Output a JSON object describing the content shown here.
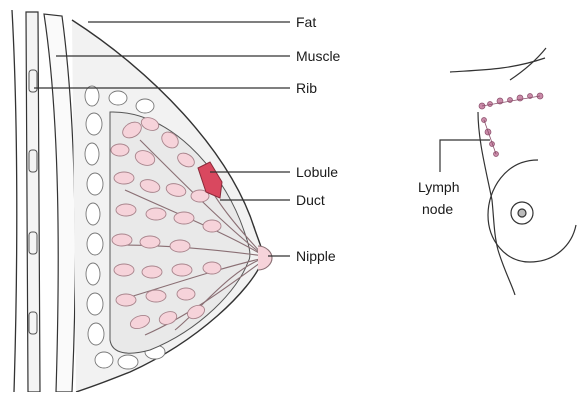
{
  "labels": {
    "fat": "Fat",
    "muscle": "Muscle",
    "rib": "Rib",
    "lobule": "Lobule",
    "duct": "Duct",
    "nipple": "Nipple",
    "lymph_line1": "Lymph",
    "lymph_line2": "node"
  },
  "colors": {
    "line": "#333333",
    "lobule_fill": "#f6d3da",
    "lobule_stroke": "#a8848c",
    "highlight_lobule": "#d9485f",
    "lymph_node": "#c98aa8",
    "fat_fill": "#f2f2f2",
    "tissue_fill": "#e9e9e9"
  }
}
